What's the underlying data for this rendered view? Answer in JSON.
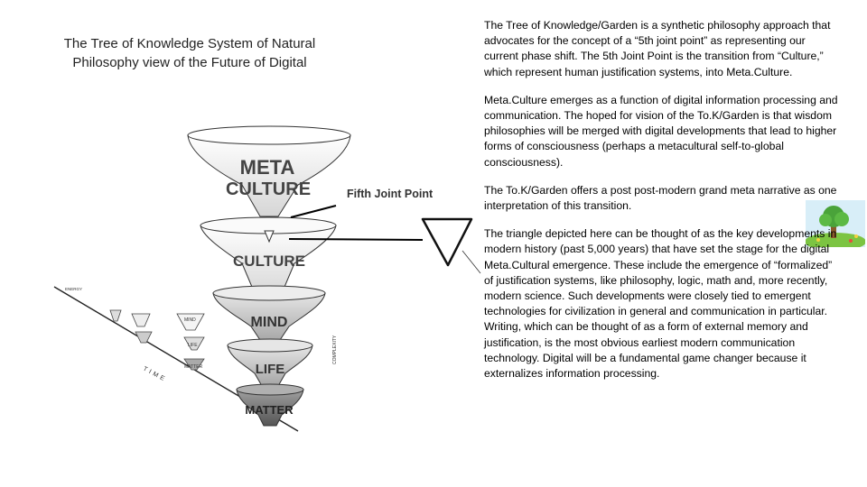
{
  "title": "The Tree of Knowledge System of Natural Philosophy view of the Future of Digital",
  "diagram": {
    "funnel_labels": {
      "meta_line1": "META",
      "meta_line2": "CULTURE",
      "culture": "CULTURE",
      "mind": "MIND",
      "life": "LIFE",
      "matter": "MATTER"
    },
    "fifth_joint_point": "Fifth Joint Point",
    "mini_labels": {
      "energy": "ENERGY",
      "mind": "MIND",
      "life": "LIFE",
      "matter": "MATTER",
      "time": "TIME",
      "complexity": "COMPLEXITY"
    }
  },
  "paragraphs": {
    "p1": "The Tree of Knowledge/Garden is a synthetic philosophy approach that advocates for the concept of a “5th joint point” as representing our current phase shift. The 5th Joint Point is the transition from “Culture,” which represent human justification systems, into Meta.Culture.",
    "p2": "Meta.Culture emerges as a function of digital information processing and communication. The hoped for vision of the To.K/Garden is that wisdom philosophies will be merged with digital developments that lead to higher forms of consciousness (perhaps a metacultural self-to-global consciousness).",
    "p3": "The To.K/Garden offers a post post-modern grand meta narrative as one interpretation of this transition.",
    "p4": "The triangle depicted here can be thought of as the key developments in modern history (past 5,000 years) that have set the stage for the digital Meta.Cultural emergence. These include the emergence of “formalized” of justification systems, like philosophy, logic, math and, more recently, modern science. Such developments were closely tied to emergent technologies for civilization in general and communication in particular. Writing, which can be thought of as a form of external memory and justification, is the most obvious earliest modern communication technology. Digital will be a fundamental game changer because it externalizes information processing."
  },
  "colors": {
    "funnel_light": "#f2f2f2",
    "funnel_mid": "#bdbdbd",
    "funnel_dark": "#6e6e6e",
    "outline": "#111111",
    "sky": "#9fd6f2",
    "grass": "#7cc442"
  }
}
